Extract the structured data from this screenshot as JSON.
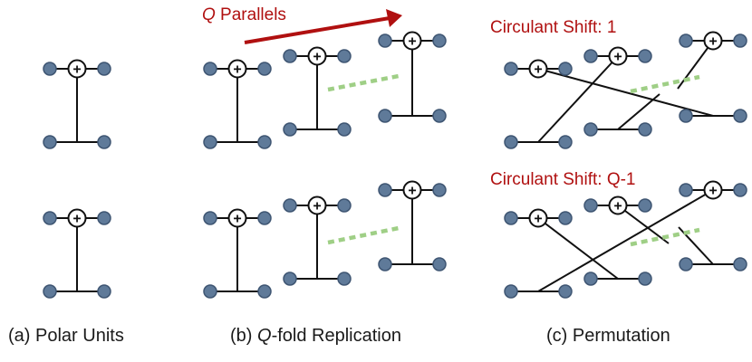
{
  "diagram": {
    "colors": {
      "node_fill": "#5f7a99",
      "node_stroke": "#3e5572",
      "line": "#111111",
      "dash": "#9fcf86",
      "accent": "#b01010",
      "xor_fill": "#ffffff"
    },
    "xor_symbol": "+",
    "annotations": {
      "parallels_q": "Q",
      "parallels_rest": " Parallels",
      "shift_top": "Circulant Shift: 1",
      "shift_bottom": "Circulant Shift: Q-1"
    },
    "captions": {
      "a": "(a) Polar Units",
      "b_prefix": "(b) ",
      "b_q": "Q",
      "b_rest": "-fold Replication",
      "c": "(c) Permutation"
    }
  }
}
